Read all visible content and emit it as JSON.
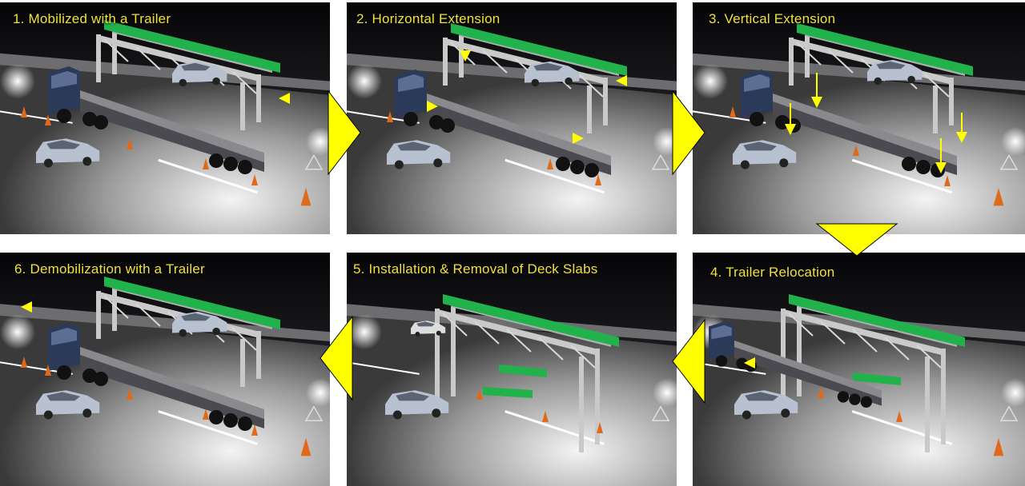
{
  "panels": [
    {
      "id": "p1",
      "title": "1. Mobilized with a Trailer"
    },
    {
      "id": "p2",
      "title": "2. Horizontal Extension"
    },
    {
      "id": "p3",
      "title": "3. Vertical Extension"
    },
    {
      "id": "p4",
      "title": "4. Trailer Relocation"
    },
    {
      "id": "p5",
      "title": "5. Installation & Removal of Deck Slabs"
    },
    {
      "id": "p6",
      "title": "6. Demobilization with a Trailer"
    }
  ],
  "colors": {
    "title": "#f2e23a",
    "arrow": "#ffff00",
    "beam": "#22b24c",
    "frame": "#c9c9c9",
    "cone": "#e06a1a"
  },
  "arrows": [
    {
      "from": "p1",
      "to": "p2",
      "icon": "triangle-arrow-right"
    },
    {
      "from": "p2",
      "to": "p3",
      "icon": "triangle-arrow-right"
    },
    {
      "from": "p3",
      "to": "p4",
      "icon": "triangle-arrow-down"
    },
    {
      "from": "p4",
      "to": "p5",
      "icon": "triangle-arrow-left"
    },
    {
      "from": "p5",
      "to": "p6",
      "icon": "triangle-arrow-left"
    }
  ]
}
